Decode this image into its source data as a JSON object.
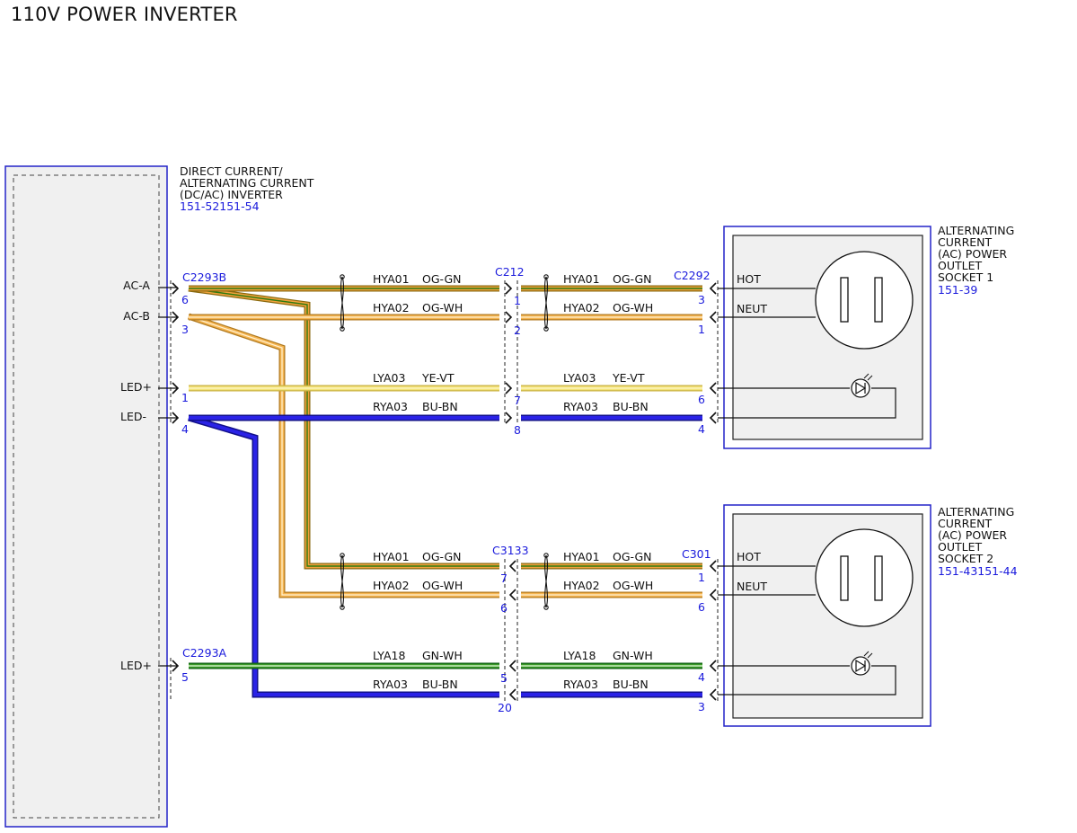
{
  "title": "110V POWER INVERTER",
  "colors": {
    "og_gn_outer": "#8a6a10",
    "og_gn_fill": "#f0a23c",
    "og_gn_stripe": "#2f7a10",
    "og_wh_outer": "#b07a20",
    "og_wh_fill": "#f5b450",
    "og_wh_stripe": "#fff6e0",
    "ye_vt_outer": "#c8b040",
    "ye_vt_fill": "#f3e37a",
    "ye_vt_stripe": "#fff8c8",
    "gn_wh_outer": "#0d5e12",
    "gn_wh_fill": "#3c9a28",
    "gn_wh_stripe": "#e8ffe0",
    "bu_bn": "#1e17d8",
    "bu_bn_outer": "#12108a",
    "component_border": "#2323c8",
    "component_fill": "#f0f0f0",
    "ref_text": "#1a1adc"
  },
  "inverter": {
    "name_lines": [
      "DIRECT CURRENT/",
      "ALTERNATING CURRENT",
      "(DC/AC) INVERTER"
    ],
    "ref": "151-52151-54",
    "pins": [
      "AC-A",
      "AC-B",
      "LED+",
      "LED-",
      "LED+"
    ]
  },
  "connectors": {
    "c2293b": {
      "name": "C2293B",
      "pins": [
        "6",
        "3",
        "1",
        "4"
      ]
    },
    "c2293a": {
      "name": "C2293A",
      "pins": [
        "5"
      ]
    },
    "c212": {
      "name": "C212",
      "pins": [
        "1",
        "2",
        "7",
        "8"
      ]
    },
    "c3133": {
      "name": "C3133",
      "pins": [
        "7",
        "6",
        "5",
        "20"
      ]
    },
    "c2292": {
      "name": "C2292",
      "pins": [
        "3",
        "1",
        "6",
        "4"
      ]
    },
    "c301": {
      "name": "C301",
      "pins": [
        "1",
        "6",
        "4",
        "3"
      ]
    }
  },
  "wires": {
    "hya01": {
      "circuit": "HYA01",
      "color": "OG-GN"
    },
    "hya02": {
      "circuit": "HYA02",
      "color": "OG-WH"
    },
    "lya03": {
      "circuit": "LYA03",
      "color": "YE-VT"
    },
    "rya03": {
      "circuit": "RYA03",
      "color": "BU-BN"
    },
    "lya18": {
      "circuit": "LYA18",
      "color": "GN-WH"
    }
  },
  "outlet1": {
    "name_lines": [
      "ALTERNATING",
      "CURRENT",
      "(AC) POWER",
      "OUTLET",
      "SOCKET 1"
    ],
    "ref": "151-39",
    "hot": "HOT",
    "neut": "NEUT"
  },
  "outlet2": {
    "name_lines": [
      "ALTERNATING",
      "CURRENT",
      "(AC) POWER",
      "OUTLET",
      "SOCKET 2"
    ],
    "ref": "151-43151-44",
    "hot": "HOT",
    "neut": "NEUT"
  }
}
